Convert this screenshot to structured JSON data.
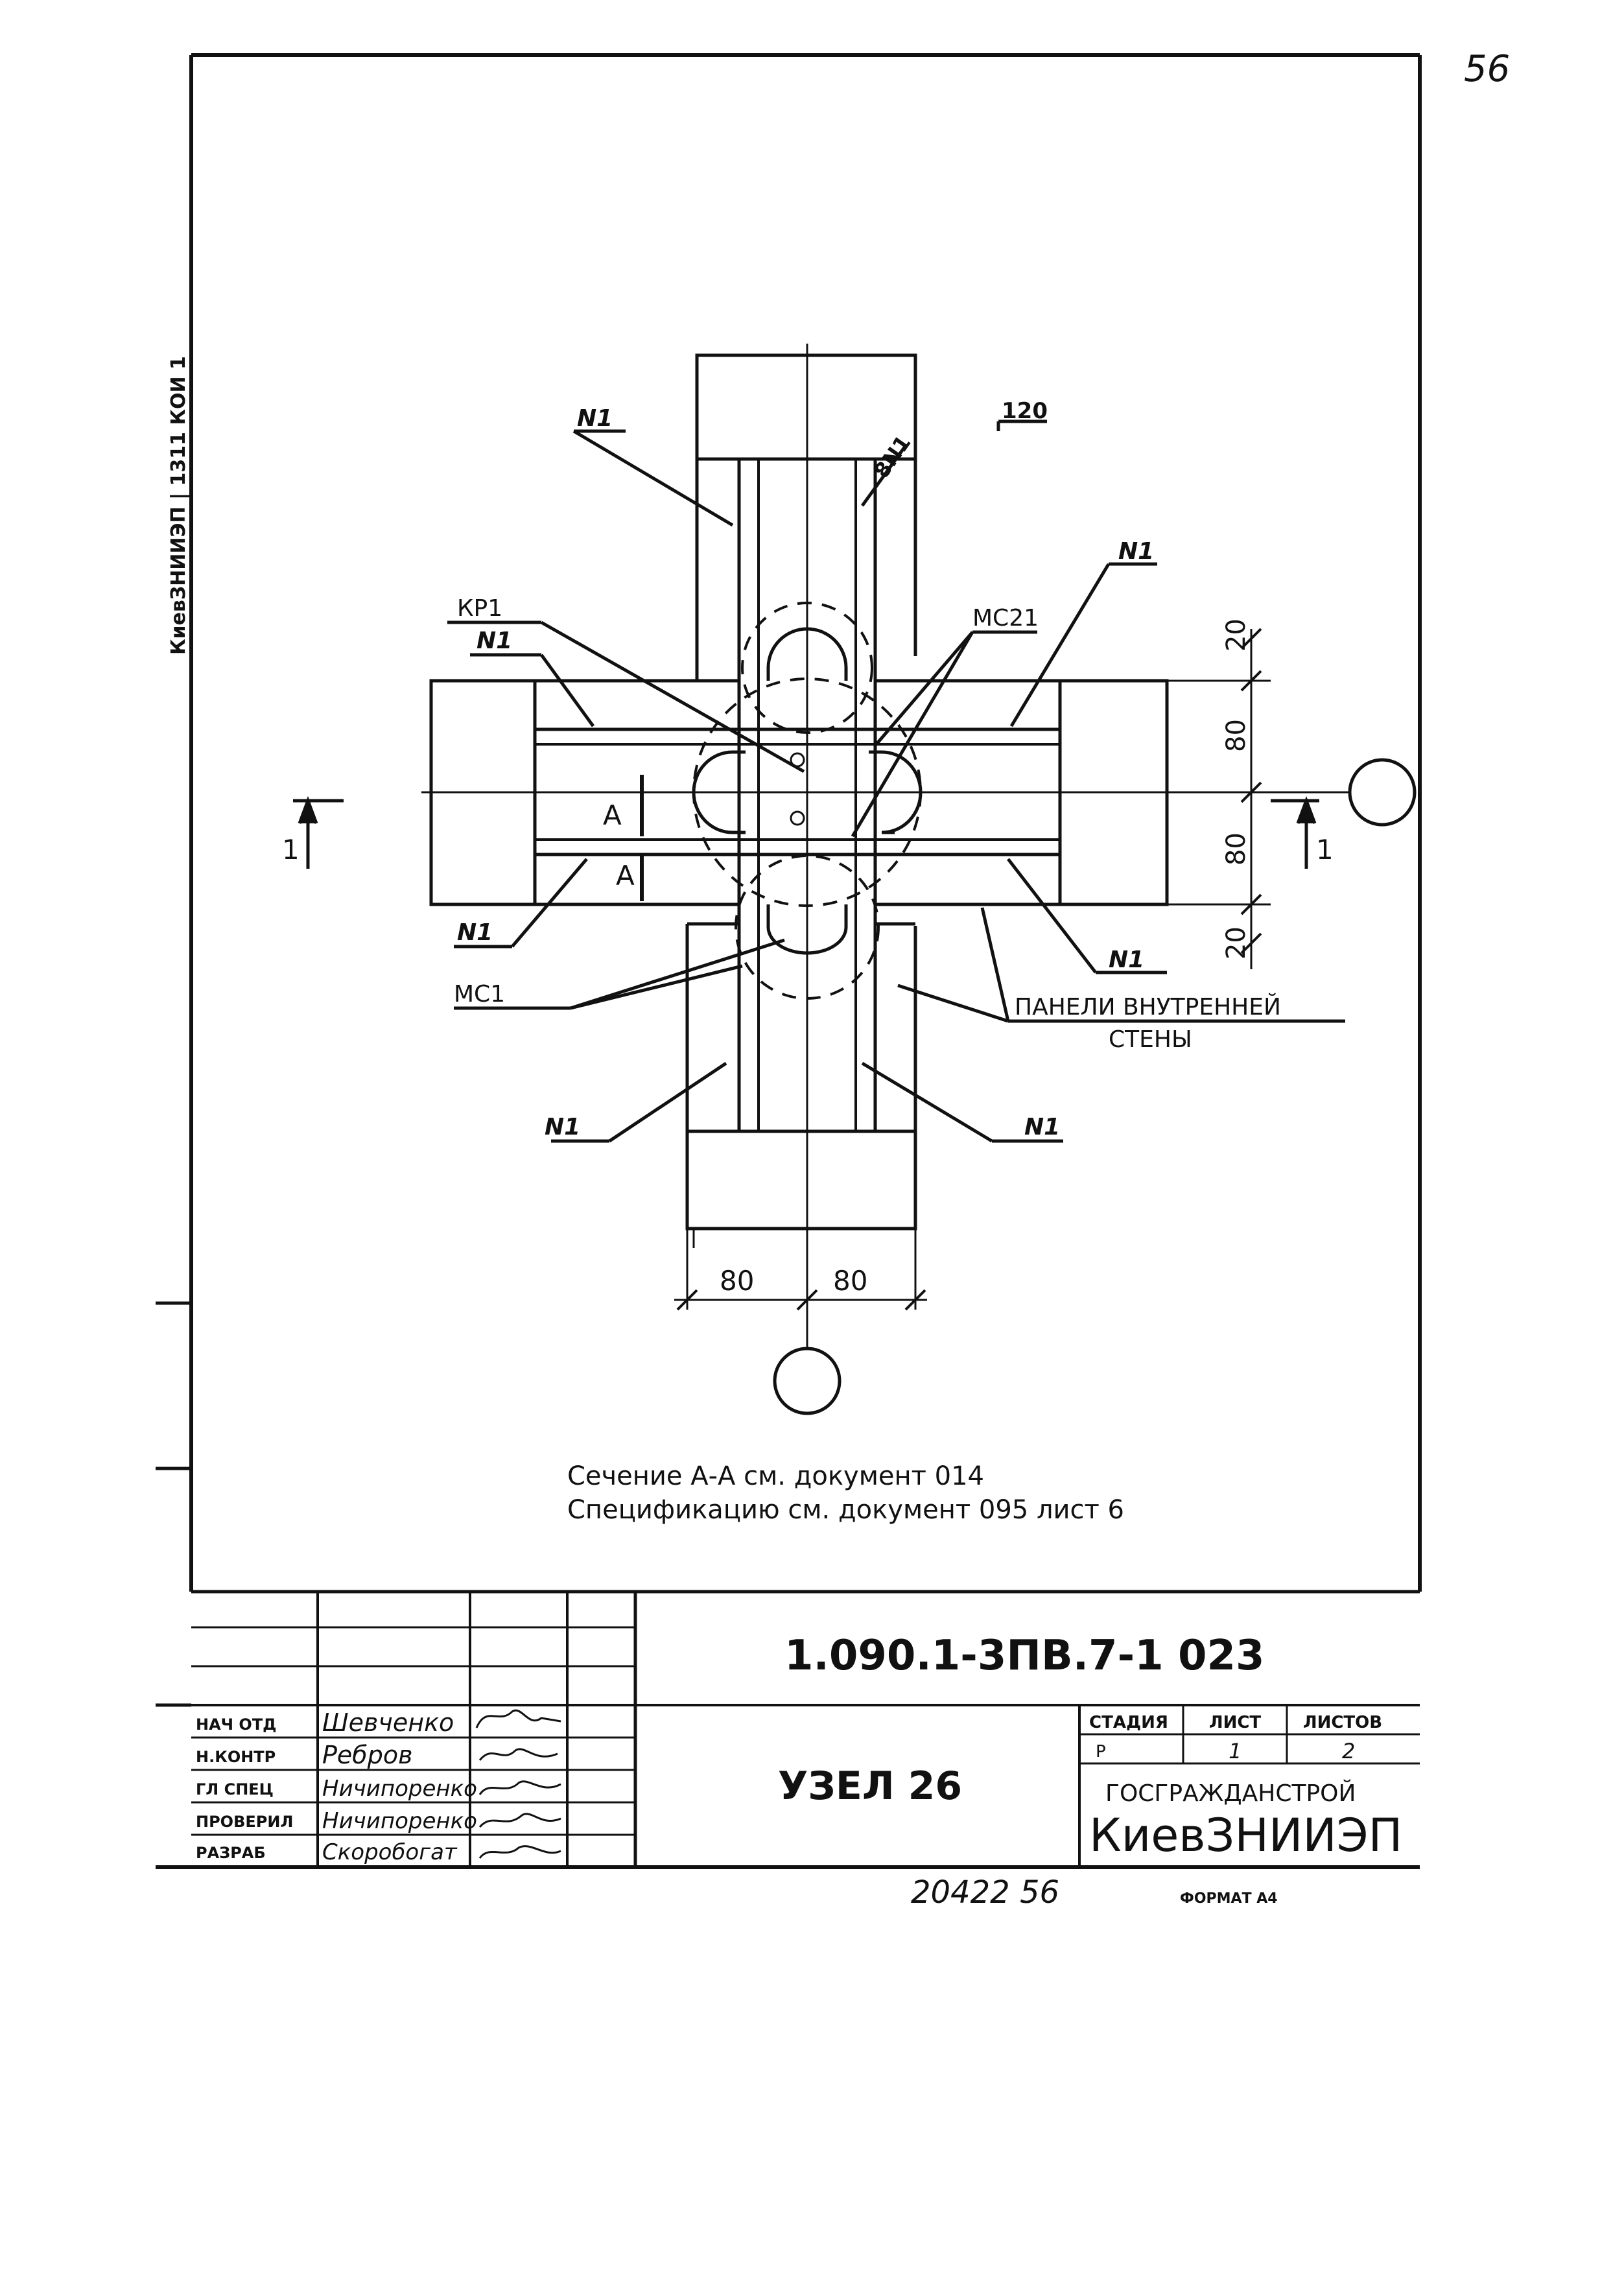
{
  "page_number": "56",
  "side_stamp": "КиевЗНИИЭП | 1311 КОИ 1",
  "labels": {
    "n1": "N1",
    "bracket_120": "120",
    "n8": "8N1",
    "kr1": "КР1",
    "mc21": "МС21",
    "mc1": "МС1",
    "a1": "А",
    "a2": "А",
    "sec_left": "1",
    "sec_right": "1",
    "panels_line1": "ПАНЕЛИ ВНУТРЕННЕЙ",
    "panels_line2": "СТЕНЫ"
  },
  "dimensions": {
    "v20_top": "20",
    "v80_top": "80",
    "v80_bot": "80",
    "v20_bot": "20",
    "h80_left": "80",
    "h80_right": "80"
  },
  "notes": {
    "line1": "Сечение А-А см. документ 014",
    "line2": "Спецификацию см. документ 095 лист 6"
  },
  "title_block": {
    "doc_code": "1.090.1-3ПВ.7-1  023",
    "title": "УЗЕЛ 26",
    "rows": [
      {
        "role": "НАЧ ОТД",
        "name": "Шевченко"
      },
      {
        "role": "Н.КОНТР",
        "name": "Ребров"
      },
      {
        "role": "ГЛ СПЕЦ",
        "name": "Ничипоренко"
      },
      {
        "role": "ПРОВЕРИЛ",
        "name": "Ничипоренко"
      },
      {
        "role": "РАЗРАБ",
        "name": "Скоробогат"
      }
    ],
    "stage_header": "СТАДИЯ",
    "sheet_header": "ЛИСТ",
    "sheets_header": "ЛИСТОВ",
    "stage": "Р",
    "sheet": "1",
    "sheets": "2",
    "org_line1": "ГОСГРАЖДАНСТРОЙ",
    "org_line2": "КиевЗНИИЭП"
  },
  "footer": {
    "inventory": "20422  56",
    "format": "ФОРМАТ А4"
  }
}
